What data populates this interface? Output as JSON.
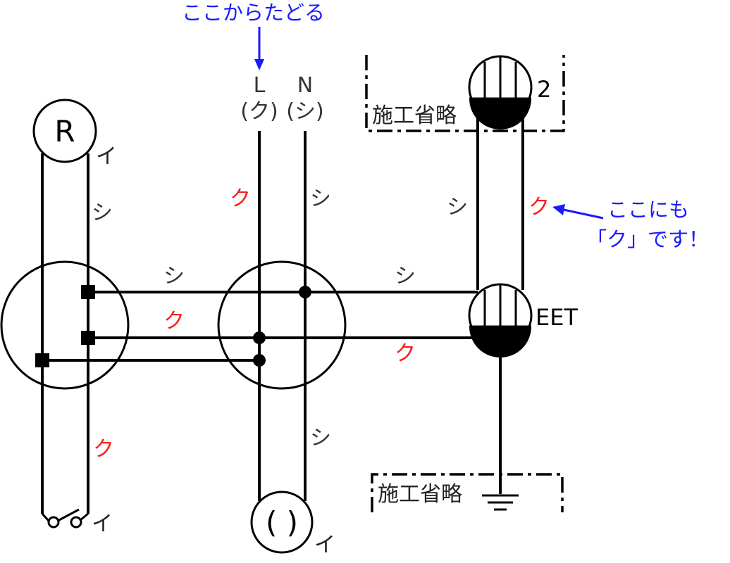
{
  "annotations": {
    "trace_start": "ここからたどる",
    "note_line1": "ここにも",
    "note_line2": "「ク」です！"
  },
  "source": {
    "line_label": "L",
    "line_sub": "(ク)",
    "neutral_label": "N",
    "neutral_sub": "(シ)"
  },
  "devices": {
    "pilot_lamp_symbol": "R",
    "outlet_top_count": "2",
    "outlet_mid_mark": "EET",
    "ceiling_light_symbol": "( )"
  },
  "omitted_label": "施工省略",
  "switch_mark": "イ",
  "wire_colors": {
    "white": "シ",
    "black": "ク"
  },
  "colors": {
    "annotation_blue": "#1a1aff",
    "black_wire_red": "#ff1a1a",
    "line_black": "#000000"
  },
  "icons": [
    "arrow-down-icon",
    "arrow-left-icon",
    "ground-icon",
    "switch-icon"
  ]
}
